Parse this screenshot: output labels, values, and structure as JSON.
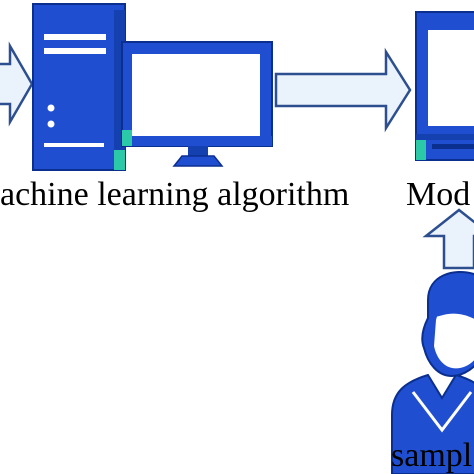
{
  "diagram": {
    "labels": {
      "computer": "achine learning algorithm",
      "model": "Mod",
      "user": "sampl"
    },
    "icons": {
      "input_arrow": "right-arrow-icon",
      "computer": "desktop-computer-icon",
      "middle_arrow": "right-arrow-icon",
      "model_device": "computer-icon",
      "up_arrow": "up-arrow-icon",
      "user": "user-icon"
    },
    "colors": {
      "device_blue": "#1f4fd0",
      "device_edge": "#0b2f8f",
      "accent_teal": "#2cc9a8",
      "arrow_fill": "#eaf2fb",
      "arrow_stroke": "#2d4f8f",
      "text": "#000000"
    }
  }
}
